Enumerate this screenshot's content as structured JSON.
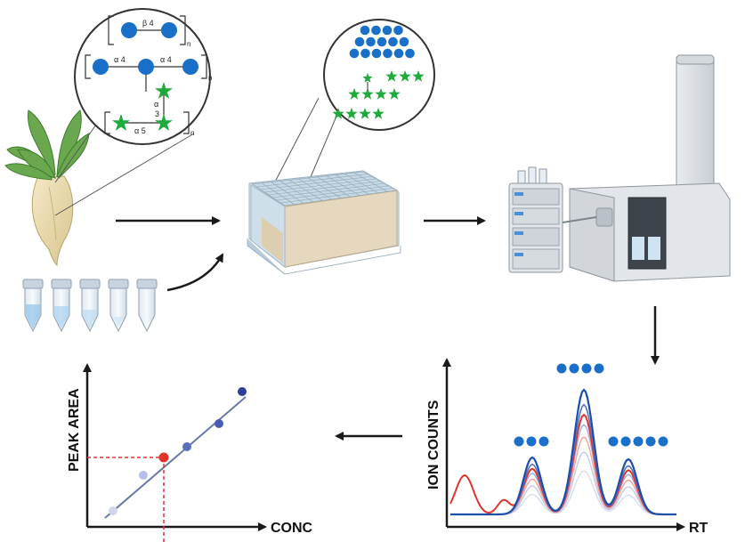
{
  "linkage": {
    "beta4": "β 4",
    "alpha4_left": "α 4",
    "alpha4_right": "α 4",
    "alpha3_a": "α",
    "alpha3_b": "3",
    "alpha5": "α 5",
    "n": "n"
  },
  "plot_left": {
    "ylabel": "PEAK AREA",
    "xlabel": "CONC"
  },
  "plot_right": {
    "ylabel": "ION COUNTS",
    "xlabel": "RT"
  },
  "colors": {
    "glucose_blue": "#1a6fc9",
    "arabinose_green": "#1eaa3c",
    "arrow": "#1a1a1a",
    "red_trace": "#e0342a",
    "blue_trace": "#1a4fa8"
  },
  "icons": [
    "sugar-beet-icon",
    "tube-icon",
    "well-plate-icon",
    "lc-ms-instrument-icon"
  ]
}
